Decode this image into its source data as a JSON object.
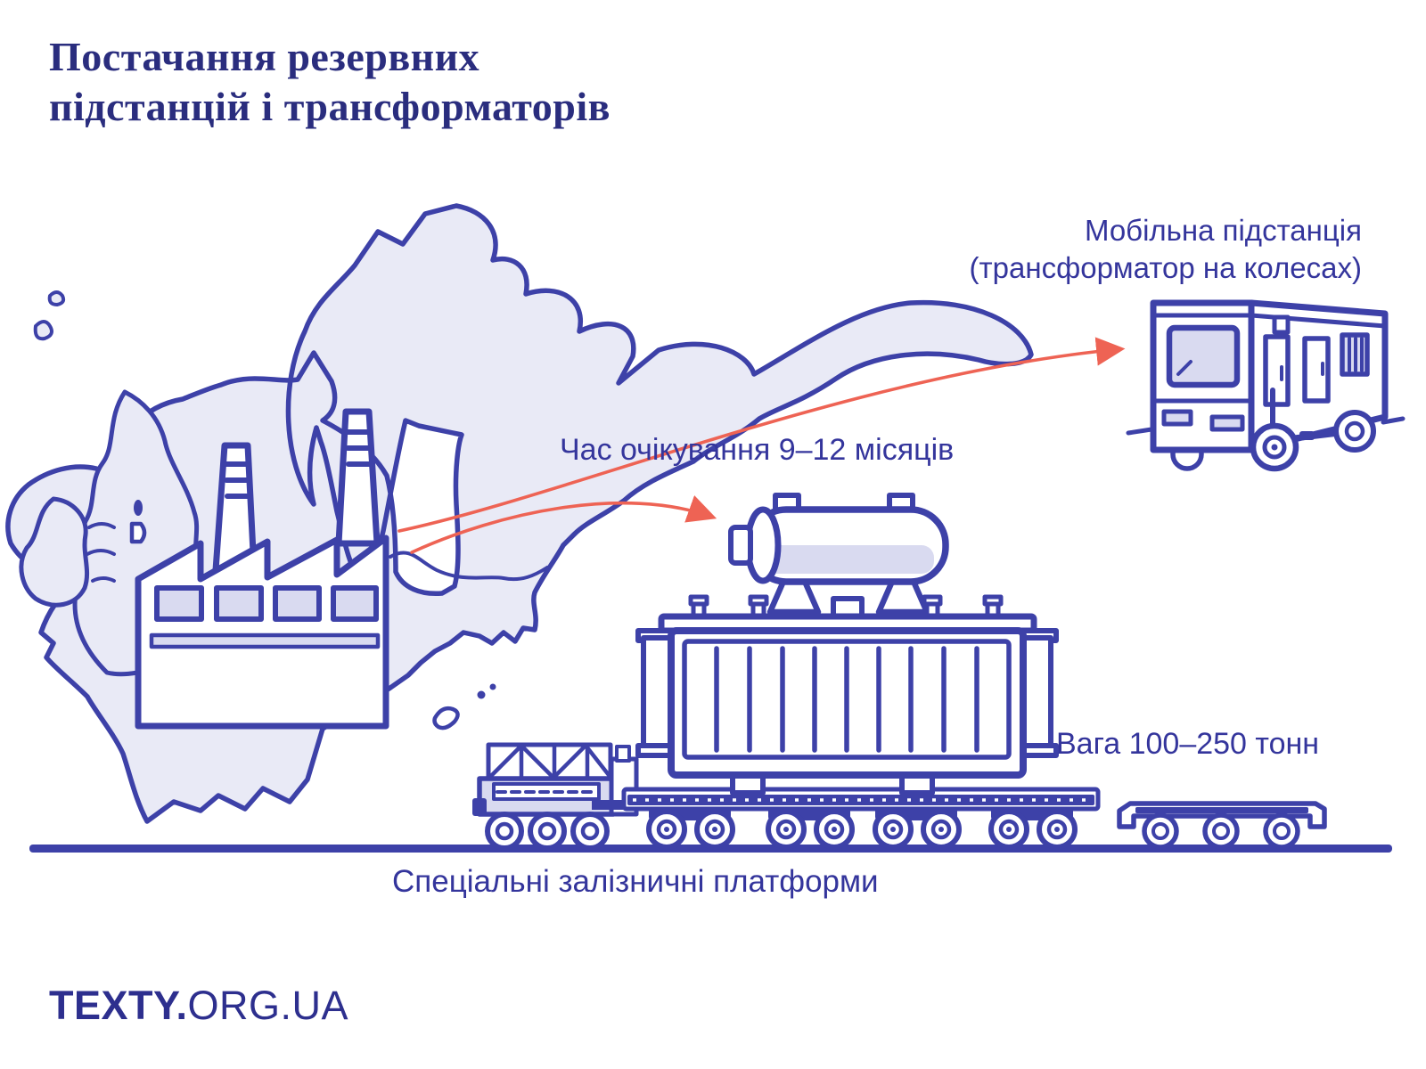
{
  "title": {
    "line1": "Постачання резервних",
    "line2": "підстанцій і трансформаторів"
  },
  "labels": {
    "substation_line1": "Мобільна підстанція",
    "substation_line2": "(трансформатор на колесах)",
    "wait_time": "Час очікування 9–12 місяців",
    "weight": "Вага 100–250 тонн",
    "platforms": "Спеціальні залізничні платформи"
  },
  "logo": {
    "bold": "TEXTY.",
    "rest": "ORG.UA"
  },
  "colors": {
    "ink": "#3d41a8",
    "title": "#2a2d7e",
    "text": "#34359c",
    "accent_arrow": "#ee6354",
    "map_fill": "#e9eaf6",
    "shade_fill": "#d9daf0",
    "logo": "#2d2f8e",
    "background": "#ffffff"
  },
  "illustration": {
    "components": [
      "europe-map",
      "factory-icon",
      "delivery-arrow-to-substation",
      "delivery-arrow-to-transformer",
      "transformer-on-railcar",
      "heavy-truck-icon",
      "special-railway-platform",
      "flat-wagon-icon",
      "mobile-substation-icon",
      "ground-line"
    ]
  }
}
